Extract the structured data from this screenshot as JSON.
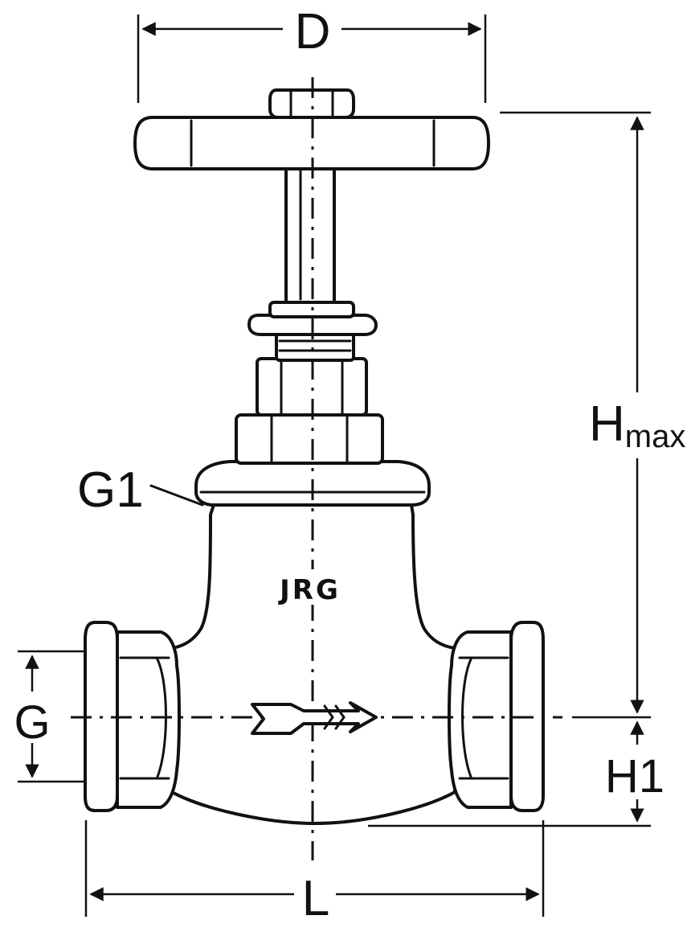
{
  "labels": {
    "D": "D",
    "H_main": "H",
    "H_sub": "max",
    "G1": "G1",
    "G": "G",
    "H1": "H1",
    "L": "L",
    "brand": "JRG"
  },
  "icons": {
    "flow_arrow": "flow-direction-arrow"
  }
}
